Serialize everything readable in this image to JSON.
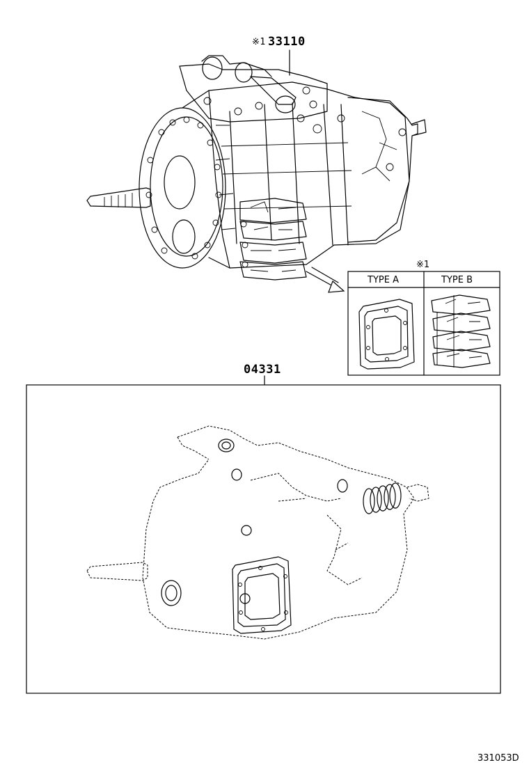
{
  "labels": {
    "assembly_part": "33110",
    "assembly_mark": "※1",
    "gasket_kit_part": "04331",
    "inset_note": "※1",
    "type_a": "TYPE A",
    "type_b": "TYPE B",
    "diagram_id": "331053D"
  }
}
